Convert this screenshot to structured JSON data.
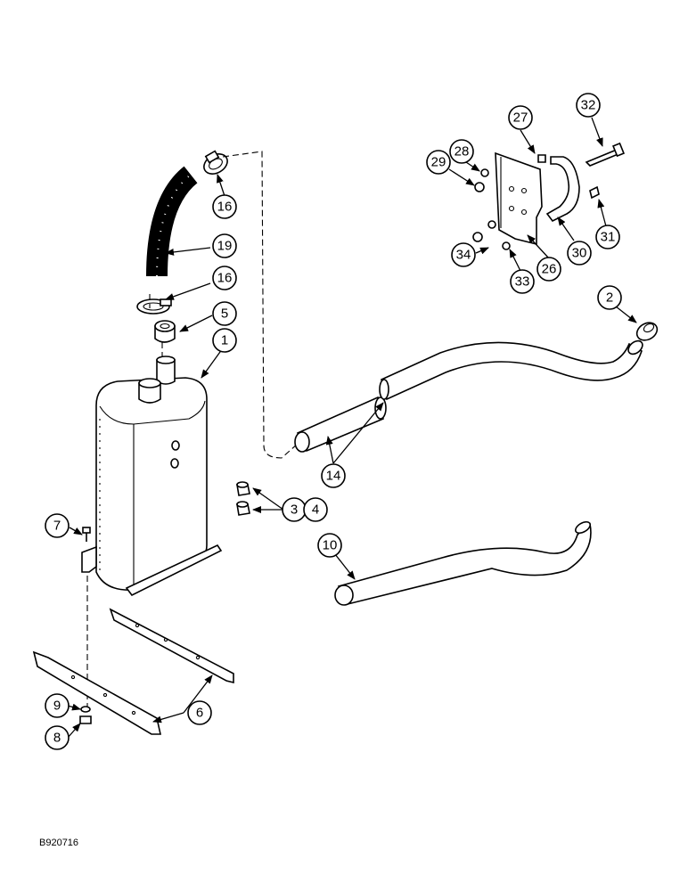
{
  "callouts": {
    "c1": "1",
    "c2": "2",
    "c3": "3",
    "c4": "4",
    "c5": "5",
    "c6": "6",
    "c7": "7",
    "c8": "8",
    "c9": "9",
    "c10": "10",
    "c14": "14",
    "c16a": "16",
    "c16b": "16",
    "c19": "19",
    "c26": "26",
    "c27": "27",
    "c28": "28",
    "c29": "29",
    "c30": "30",
    "c31": "31",
    "c32": "32",
    "c33": "33",
    "c34": "34"
  },
  "ref_code": "B920716"
}
